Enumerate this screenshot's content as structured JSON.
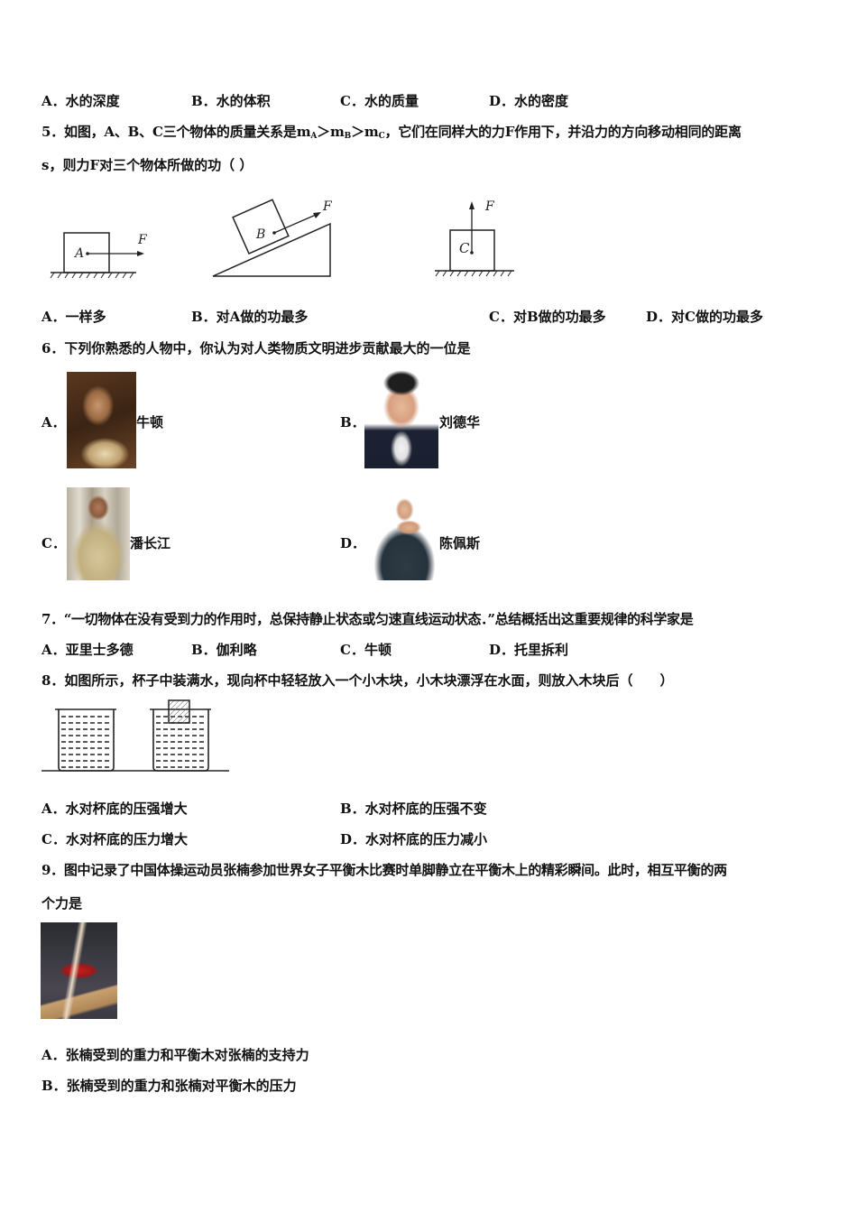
{
  "q4": {
    "options": [
      {
        "label": "A．水的深度"
      },
      {
        "label": "B．水的体积"
      },
      {
        "label": "C．水的质量"
      },
      {
        "label": "D．水的密度"
      }
    ]
  },
  "q5": {
    "stem_line1_prefix": "5．如图，A、B、C三个物体的质量关系是m",
    "sub_a": "A",
    "gt1": "＞m",
    "sub_b": "B",
    "gt2": "＞m",
    "sub_c": "C",
    "stem_line1_suffix": "，它们在同样大的力F作用下，并沿力的方向移动相同的距离",
    "stem_line2": "s，则力F对三个物体所做的功（ ）",
    "figure": {
      "labels": [
        "A",
        "B",
        "C"
      ],
      "force_label": "F"
    },
    "options": [
      {
        "label": "A．一样多"
      },
      {
        "label": "B．对A做的功最多"
      },
      {
        "label": "C．对B做的功最多"
      },
      {
        "label": "D．对C做的功最多"
      }
    ]
  },
  "q6": {
    "stem": "6．下列你熟悉的人物中，你认为对人类物质文明进步贡献最大的一位是",
    "options": [
      {
        "letter": "A．",
        "name": "牛顿"
      },
      {
        "letter": "B．",
        "name": "刘德华"
      },
      {
        "letter": "C．",
        "name": "潘长江"
      },
      {
        "letter": "D．",
        "name": "陈佩斯"
      }
    ]
  },
  "q7": {
    "stem": "7．“一切物体在没有受到力的作用时，总保持静止状态或匀速直线运动状态．”总结概括出这重要规律的科学家是",
    "options": [
      {
        "label": "A．亚里士多德"
      },
      {
        "label": "B．伽利略"
      },
      {
        "label": "C．牛顿"
      },
      {
        "label": "D．托里拆利"
      }
    ]
  },
  "q8": {
    "stem": "8．如图所示，杯子中装满水，现向杯中轻轻放入一个小木块，小木块漂浮在水面，则放入木块后（　　）",
    "options": [
      {
        "label": "A．水对杯底的压强增大"
      },
      {
        "label": "B．水对杯底的压强不变"
      },
      {
        "label": "C．水对杯底的压力增大"
      },
      {
        "label": "D．水对杯底的压力减小"
      }
    ]
  },
  "q9": {
    "stem_line1": "9．图中记录了中国体操运动员张楠参加世界女子平衡木比赛时单脚静立在平衡木上的精彩瞬间。此时，相互平衡的两",
    "stem_line2": "个力是",
    "options": [
      {
        "label": "A．张楠受到的重力和平衡木对张楠的支持力"
      },
      {
        "label": "B．张楠受到的重力和张楠对平衡木的压力"
      }
    ]
  }
}
